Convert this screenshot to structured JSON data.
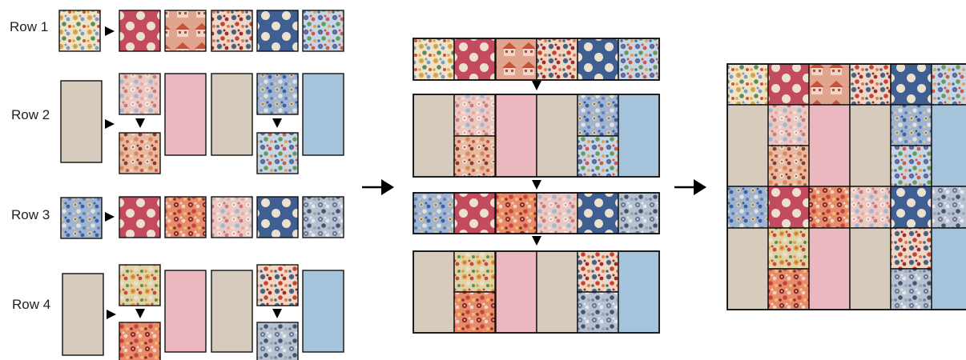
{
  "diagram": {
    "row_labels": [
      "Row 1",
      "Row 2",
      "Row 3",
      "Row 4"
    ]
  },
  "colors": {
    "tan": "#d7cbbd",
    "pink": "#ecb8bf",
    "light_blue": "#a5c3da",
    "red_polka": "#c24b5f",
    "blue_polka": "#3f5f92",
    "polka_dot": "#ece0cf",
    "outline": "#111111"
  },
  "icons": [
    "step-arrow-icon",
    "connector-arrow-icon",
    "process-arrow-icon"
  ]
}
